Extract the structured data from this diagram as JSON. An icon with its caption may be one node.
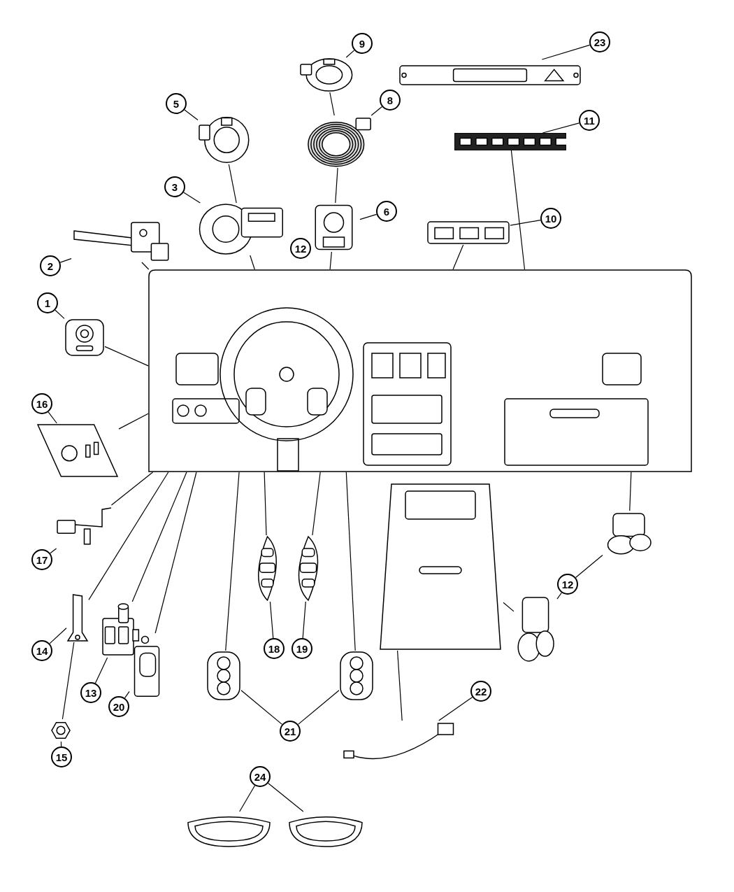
{
  "diagram": {
    "nodes": [
      {
        "text": [
          "1"
        ]
      },
      {
        "text": [],
        "shape": "picture"
      },
      {
        "text": [
          "2"
        ]
      },
      {
        "text": [],
        "shape": "picture"
      },
      {
        "text": [
          "3"
        ]
      },
      {
        "text": [],
        "shape": "picture"
      },
      {
        "text": [
          "5"
        ]
      },
      {
        "text": [],
        "shape": "picture"
      },
      {
        "text": [
          "9"
        ]
      },
      {
        "text": [],
        "shape": "picture"
      },
      {
        "text": [
          "8"
        ]
      },
      {
        "text": [],
        "shape": "picture"
      },
      {
        "text": [
          "6"
        ]
      },
      {
        "text": [],
        "shape": "picture"
      },
      {
        "text": [
          "23"
        ]
      },
      {
        "text": [],
        "shape": "picture"
      },
      {
        "text": [
          "11"
        ]
      },
      {
        "text": [],
        "shape": "picture"
      },
      {
        "text": [
          "10"
        ]
      },
      {
        "text": [],
        "shape": "picture"
      },
      {
        "text": [],
        "shape": "picture"
      },
      {
        "text": [
          "16"
        ]
      },
      {
        "text": [],
        "shape": "picture"
      },
      {
        "text": [
          "17"
        ]
      },
      {
        "text": [],
        "shape": "picture"
      },
      {
        "text": [],
        "shape": "picture"
      },
      {
        "text": [
          "12"
        ]
      },
      {
        "text": [],
        "shape": "picture"
      },
      {
        "text": [],
        "shape": "picture"
      },
      {
        "text": [
          "18"
        ]
      },
      {
        "text": [],
        "shape": "picture"
      },
      {
        "text": [
          "19"
        ]
      },
      {
        "text": [],
        "shape": "picture"
      },
      {
        "text": [
          "14"
        ]
      },
      {
        "text": [],
        "shape": "picture"
      },
      {
        "text": [
          "13"
        ]
      },
      {
        "text": [],
        "shape": "picture"
      },
      {
        "text": [
          "21"
        ]
      },
      {
        "text": [],
        "shape": "picture"
      },
      {
        "text": [],
        "shape": "picture"
      },
      {
        "text": [
          "22"
        ]
      },
      {
        "text": [],
        "shape": "picture"
      },
      {
        "text": [
          "20"
        ]
      },
      {
        "text": [],
        "shape": "picture"
      },
      {
        "text": [
          "15"
        ]
      },
      {
        "text": [],
        "shape": "picture"
      },
      {
        "text": [
          "24"
        ]
      },
      {
        "text": [],
        "shape": "picture"
      },
      {
        "text": [],
        "shape": "picture"
      },
      {
        "text": [
          "12"
        ]
      }
    ],
    "edges": [
      {
        "from": 0,
        "to": 1,
        "arrow": "none"
      },
      {
        "from": 1,
        "to": 20,
        "arrow": "none"
      },
      {
        "from": 2,
        "to": 3,
        "arrow": "none"
      },
      {
        "from": 3,
        "to": 20,
        "arrow": "none"
      },
      {
        "from": 4,
        "to": 5,
        "arrow": "none"
      },
      {
        "from": 6,
        "to": 7,
        "arrow": "none"
      },
      {
        "from": 7,
        "to": 5,
        "arrow": "none"
      },
      {
        "from": 5,
        "to": 20,
        "arrow": "none"
      },
      {
        "from": 8,
        "to": 9,
        "arrow": "none"
      },
      {
        "from": 10,
        "to": 11,
        "arrow": "none"
      },
      {
        "from": 9,
        "to": 11,
        "arrow": "none"
      },
      {
        "from": 11,
        "to": 13,
        "arrow": "none"
      },
      {
        "from": 12,
        "to": 13,
        "arrow": "none"
      },
      {
        "from": 13,
        "to": 20,
        "arrow": "none"
      },
      {
        "from": 14,
        "to": 15,
        "arrow": "none"
      },
      {
        "from": 16,
        "to": 17,
        "arrow": "none"
      },
      {
        "from": 17,
        "to": 20,
        "arrow": "none"
      },
      {
        "from": 18,
        "to": 19,
        "arrow": "none"
      },
      {
        "from": 19,
        "to": 20,
        "arrow": "none"
      },
      {
        "from": 21,
        "to": 22,
        "arrow": "none"
      },
      {
        "from": 22,
        "to": 20,
        "arrow": "none"
      },
      {
        "from": 23,
        "to": 24,
        "arrow": "none"
      },
      {
        "from": 24,
        "to": 20,
        "arrow": "none"
      },
      {
        "from": 26,
        "to": 27,
        "arrow": "none"
      },
      {
        "from": 26,
        "to": 28,
        "arrow": "none"
      },
      {
        "from": 27,
        "to": 20,
        "arrow": "none"
      },
      {
        "from": 28,
        "to": 25,
        "arrow": "none"
      },
      {
        "from": 29,
        "to": 30,
        "arrow": "none"
      },
      {
        "from": 30,
        "to": 20,
        "arrow": "none"
      },
      {
        "from": 31,
        "to": 32,
        "arrow": "none"
      },
      {
        "from": 32,
        "to": 20,
        "arrow": "none"
      },
      {
        "from": 33,
        "to": 34,
        "arrow": "none"
      },
      {
        "from": 34,
        "to": 20,
        "arrow": "none"
      },
      {
        "from": 34,
        "to": 45,
        "arrow": "none"
      },
      {
        "from": 35,
        "to": 36,
        "arrow": "none"
      },
      {
        "from": 36,
        "to": 20,
        "arrow": "none"
      },
      {
        "from": 37,
        "to": 38,
        "arrow": "none"
      },
      {
        "from": 37,
        "to": 39,
        "arrow": "none"
      },
      {
        "from": 38,
        "to": 20,
        "arrow": "none"
      },
      {
        "from": 39,
        "to": 20,
        "arrow": "none"
      },
      {
        "from": 40,
        "to": 41,
        "arrow": "none"
      },
      {
        "from": 41,
        "to": 25,
        "arrow": "none"
      },
      {
        "from": 42,
        "to": 43,
        "arrow": "none"
      },
      {
        "from": 43,
        "to": 20,
        "arrow": "none"
      },
      {
        "from": 44,
        "to": 45,
        "arrow": "none"
      },
      {
        "from": 46,
        "to": 47,
        "arrow": "none"
      },
      {
        "from": 46,
        "to": 48,
        "arrow": "none"
      }
    ]
  }
}
